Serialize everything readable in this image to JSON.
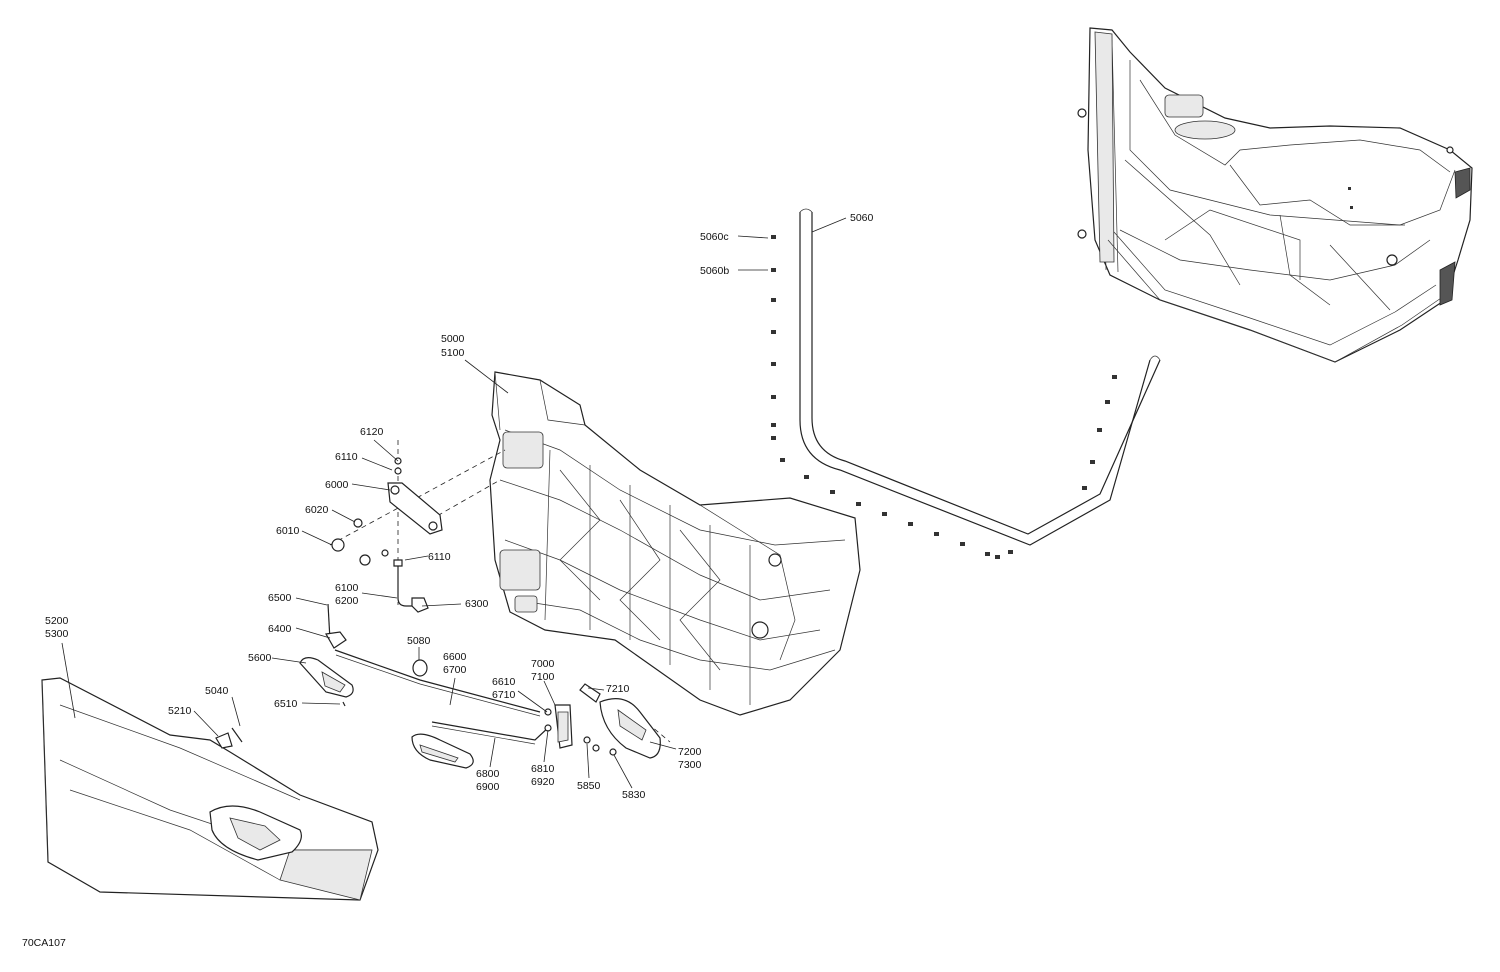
{
  "diagram": {
    "figure_code": "70CA107",
    "callouts": [
      {
        "id": "c5060",
        "lines": [
          "5060"
        ]
      },
      {
        "id": "c5060c",
        "lines": [
          "5060c"
        ]
      },
      {
        "id": "c5060b",
        "lines": [
          "5060b"
        ]
      },
      {
        "id": "c5000",
        "lines": [
          "5000",
          "5100"
        ]
      },
      {
        "id": "c6120",
        "lines": [
          "6120"
        ]
      },
      {
        "id": "c6110a",
        "lines": [
          "6110"
        ]
      },
      {
        "id": "c6000",
        "lines": [
          "6000"
        ]
      },
      {
        "id": "c6020",
        "lines": [
          "6020"
        ]
      },
      {
        "id": "c6010",
        "lines": [
          "6010"
        ]
      },
      {
        "id": "c6110b",
        "lines": [
          "6110"
        ]
      },
      {
        "id": "c6100",
        "lines": [
          "6100",
          "6200"
        ]
      },
      {
        "id": "c6300",
        "lines": [
          "6300"
        ]
      },
      {
        "id": "c6500",
        "lines": [
          "6500"
        ]
      },
      {
        "id": "c6400",
        "lines": [
          "6400"
        ]
      },
      {
        "id": "c5080",
        "lines": [
          "5080"
        ]
      },
      {
        "id": "c5200",
        "lines": [
          "5200",
          "5300"
        ]
      },
      {
        "id": "c5600",
        "lines": [
          "5600"
        ]
      },
      {
        "id": "c6600",
        "lines": [
          "6600",
          "6700"
        ]
      },
      {
        "id": "c7000",
        "lines": [
          "7000",
          "7100"
        ]
      },
      {
        "id": "c6610",
        "lines": [
          "6610",
          "6710"
        ]
      },
      {
        "id": "c7210",
        "lines": [
          "7210"
        ]
      },
      {
        "id": "c5040",
        "lines": [
          "5040"
        ]
      },
      {
        "id": "c5210",
        "lines": [
          "5210"
        ]
      },
      {
        "id": "c6510",
        "lines": [
          "6510"
        ]
      },
      {
        "id": "c7200",
        "lines": [
          "7200",
          "7300"
        ]
      },
      {
        "id": "c6810",
        "lines": [
          "6810",
          "6920"
        ]
      },
      {
        "id": "c6800",
        "lines": [
          "6800",
          "6900"
        ]
      },
      {
        "id": "c5850",
        "lines": [
          "5850"
        ]
      },
      {
        "id": "c5830",
        "lines": [
          "5830"
        ]
      }
    ]
  }
}
